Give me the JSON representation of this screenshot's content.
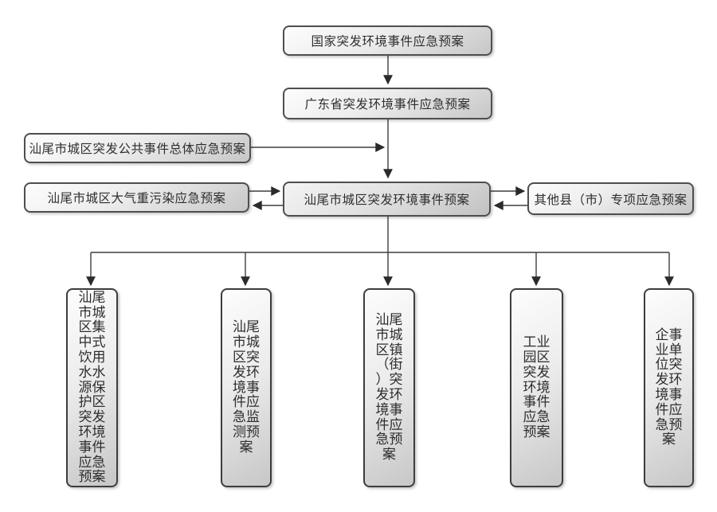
{
  "nodes": {
    "national": {
      "label": "国家突发环境事件应急预案"
    },
    "province": {
      "label": "广东省突发环境事件应急预案"
    },
    "overall": {
      "label": "汕尾市城区突发公共事件总体应急预案"
    },
    "air_pollution": {
      "label": "汕尾市城区大气重污染应急预案"
    },
    "central": {
      "label": "汕尾市城区突发环境事件预案"
    },
    "other_counties": {
      "label": "其他县（市）专项应急预案"
    },
    "water_source": {
      "label": "汕尾市城区集中式饮用水水源保护区突发环境事件应急预案"
    },
    "monitoring": {
      "label": "汕尾市城区突发环境事件应急监测预案"
    },
    "town_street": {
      "label": "汕尾市城区镇（街）突发环境事件应急预案"
    },
    "industrial_park": {
      "label": "工业园区突发环境事件应急预案"
    },
    "enterprise_unit": {
      "label": "企事业单位突发环境事件应急预案"
    }
  },
  "edges": [
    {
      "from": "national",
      "to": "province",
      "type": "arrow-down"
    },
    {
      "from": "province",
      "to": "central",
      "type": "arrow-down"
    },
    {
      "from": "overall",
      "to": "central",
      "type": "arrow-right"
    },
    {
      "from": "air_pollution",
      "to": "central",
      "type": "bidirectional"
    },
    {
      "from": "central",
      "to": "other_counties",
      "type": "bidirectional"
    },
    {
      "from": "central",
      "to": "water_source",
      "type": "arrow-down"
    },
    {
      "from": "central",
      "to": "monitoring",
      "type": "arrow-down"
    },
    {
      "from": "central",
      "to": "town_street",
      "type": "arrow-down"
    },
    {
      "from": "central",
      "to": "industrial_park",
      "type": "arrow-down"
    },
    {
      "from": "central",
      "to": "enterprise_unit",
      "type": "arrow-down"
    }
  ],
  "colors": {
    "background": "#ffffff",
    "box_gradient_start": "#fdfdfd",
    "box_gradient_end": "#c7c7c7",
    "box_border": "#4f4f4f",
    "connector_line": "#3f3f3f",
    "text": "#2e2e2e"
  }
}
